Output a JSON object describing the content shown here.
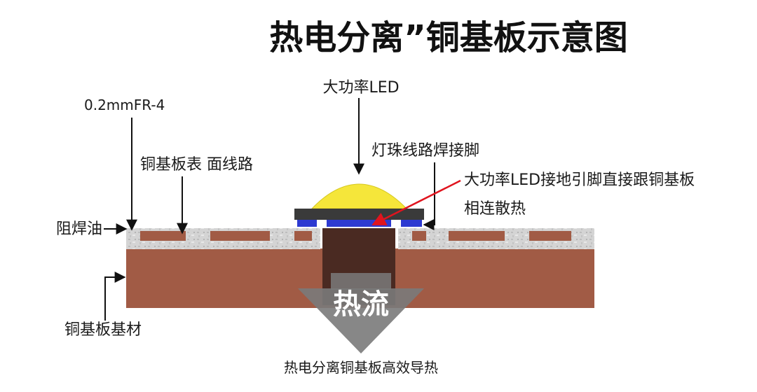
{
  "title": "热电分离”铜基板示意图",
  "labels": {
    "led": "大功率LED",
    "fr4": "0.2mmFR-4",
    "surface_circuit": "铜基板表 面线路",
    "solder_pad": "灯珠线路焊接脚",
    "ground_pin_line1": "大功率LED接地引脚直接跟铜基板",
    "ground_pin_line2": "相连散热",
    "solder_mask": "阻焊油",
    "copper_base": "铜基板基材",
    "heat_flow": "热流",
    "caption": "热电分离铜基板高效导热"
  },
  "colors": {
    "copper": "#a15b45",
    "copper_dark": "#4a2a22",
    "fr4_gray": "#cfcfcf",
    "led_yellow": "#f5e63a",
    "led_body": "#3a3a3a",
    "pad_blue": "#2d3ad1",
    "red_arrow": "#e0141e",
    "heat_arrow": "#7a7a7a"
  }
}
